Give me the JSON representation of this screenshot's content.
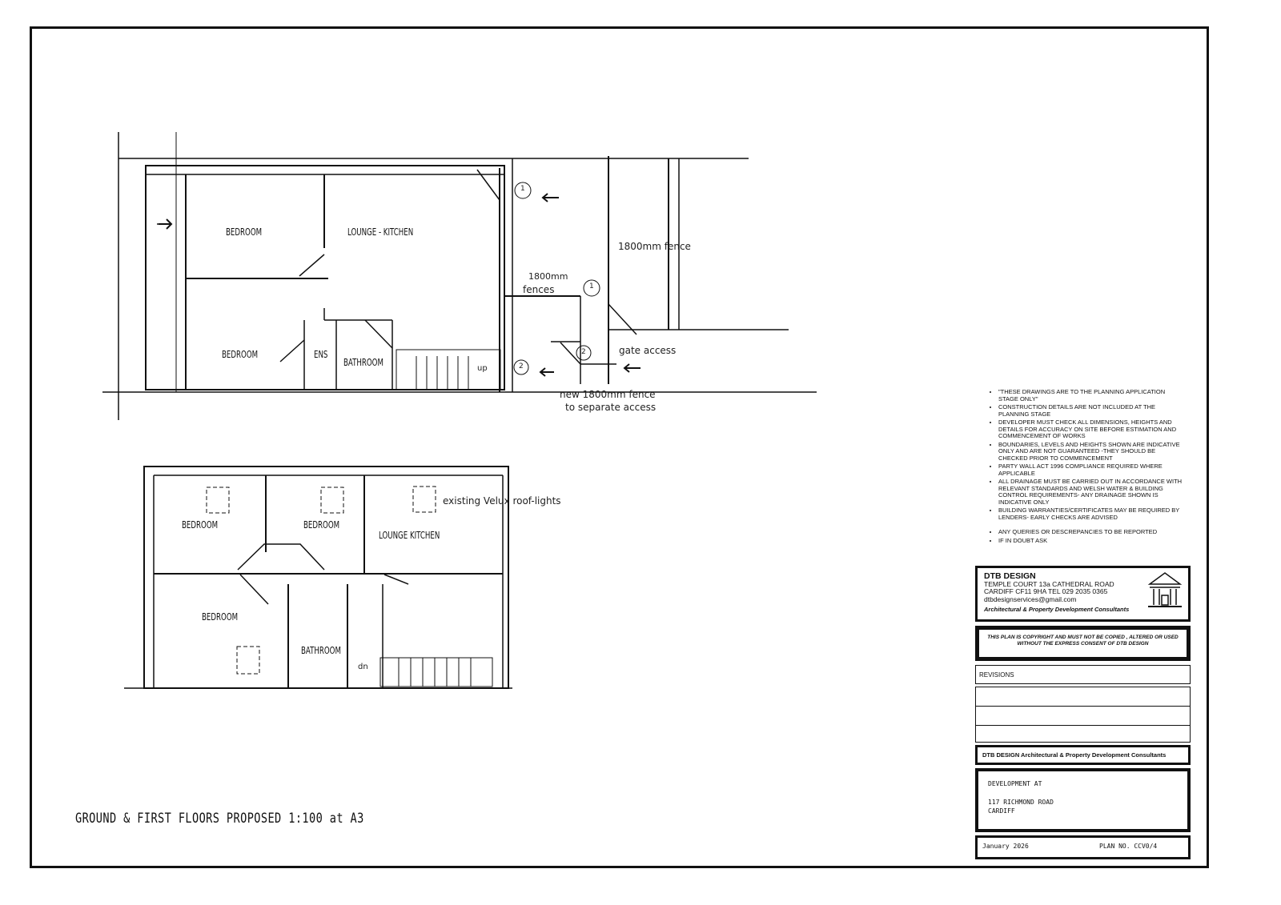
{
  "drawing_title": "GROUND & FIRST FLOORS PROPOSED   1:100 at A3",
  "ground_floor": {
    "rooms": [
      "BEDROOM",
      "LOUNGE - KITCHEN",
      "BEDROOM",
      "ENS",
      "BATHROOM"
    ],
    "annotations": {
      "fence_1800": "1800mm fence",
      "fences_1800_a": "1800mm",
      "fences_1800_b": "fences",
      "gate_access": "gate access",
      "new_fence_a": "new 1800mm fence",
      "new_fence_b": "to separate access",
      "up": "up",
      "marker_1": "1",
      "marker_2": "2"
    }
  },
  "first_floor": {
    "rooms": [
      "BEDROOM",
      "BEDROOM",
      "LOUNGE KITCHEN",
      "BEDROOM",
      "BATHROOM"
    ],
    "annotations": {
      "rooflights": "existing Velux roof-lights",
      "dn": "dn"
    }
  },
  "notes": [
    "\"THESE DRAWINGS ARE TO THE PLANNING APPLICATION STAGE ONLY\"",
    "CONSTRUCTION DETAILS ARE NOT INCLUDED AT THE PLANNING STAGE",
    "DEVELOPER MUST CHECK ALL DIMENSIONS, HEIGHTS AND DETAILS FOR ACCURACY ON SITE BEFORE ESTIMATION AND COMMENCEMENT OF WORKS",
    "BOUNDARIES, LEVELS AND HEIGHTS SHOWN ARE INDICATIVE ONLY AND ARE NOT GUARANTEED -THEY SHOULD BE CHECKED PRIOR TO COMMENCEMENT",
    "PARTY WALL ACT 1996 COMPLIANCE REQUIRED WHERE APPLICABLE",
    "ALL DRAINAGE MUST BE CARRIED OUT IN ACCORDANCE WITH RELEVANT STANDARDS AND WELSH WATER & BUILDING CONTROL REQUIREMENTS- ANY DRAINAGE SHOWN IS INDICATIVE ONLY",
    "BUILDING WARRANTIES/CERTIFICATES MAY BE REQUIRED BY LENDERS- EARLY CHECKS ARE ADVISED",
    "ANY QUERIES OR DESCREPANCIES TO BE REPORTED",
    "IF IN DOUBT ASK"
  ],
  "title_block": {
    "company": "DTB DESIGN",
    "address1": "TEMPLE COURT  13a CATHEDRAL ROAD",
    "address2": "CARDIFF CF11 9HA   TEL 029 2035 0365",
    "email": "dtbdesignservices@gmail.com",
    "tagline": "Architectural & Property Development Consultants",
    "logo_icon": "classical-building-icon",
    "copyright": "THIS PLAN IS COPYRIGHT AND  MUST NOT BE COPIED , ALTERED OR USED WITHOUT THE EXPRESS CONSENT OF DTB DESIGN",
    "revisions_label": "REVISIONS",
    "banner": "DTB DESIGN Architectural & Property Development Consultants",
    "development_label": "DEVELOPMENT AT",
    "site_address1": "117 RICHMOND ROAD",
    "site_address2": "CARDIFF",
    "date": "January 2026",
    "plan_no": "PLAN NO. CCV0/4"
  }
}
